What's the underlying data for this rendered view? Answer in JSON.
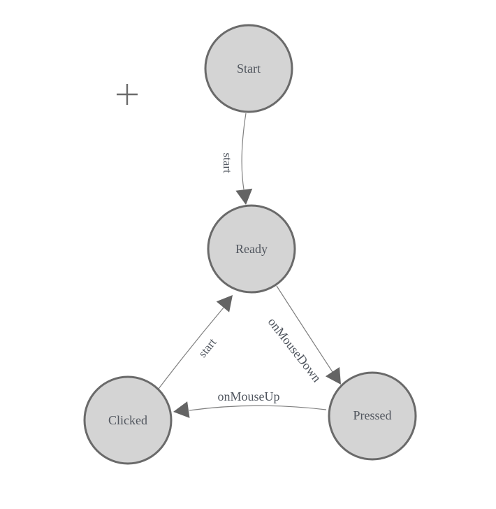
{
  "canvas": {
    "background": "#ffffff"
  },
  "colors": {
    "background": "#ffffff",
    "node_fill": "#d4d4d4",
    "node_stroke": "#6a6a6a",
    "node_label": "#51565e",
    "edge_line": "#808080",
    "edge_label": "#4f555e",
    "arrowhead": "#646464",
    "crosshair": "#6b6b6b"
  },
  "nodes": [
    {
      "id": "start",
      "label": "Start"
    },
    {
      "id": "ready",
      "label": "Ready"
    },
    {
      "id": "clicked",
      "label": "Clicked"
    },
    {
      "id": "pressed",
      "label": "Pressed"
    }
  ],
  "edges": [
    {
      "from": "Start",
      "to": "Ready",
      "label": "start"
    },
    {
      "from": "Clicked",
      "to": "Ready",
      "label": "start"
    },
    {
      "from": "Ready",
      "to": "Pressed",
      "label": "onMouseDown"
    },
    {
      "from": "Pressed",
      "to": "Clicked",
      "label": "onMouseUp"
    }
  ],
  "icons": [
    {
      "name": "crosshair-icon",
      "glyph": "+"
    }
  ]
}
